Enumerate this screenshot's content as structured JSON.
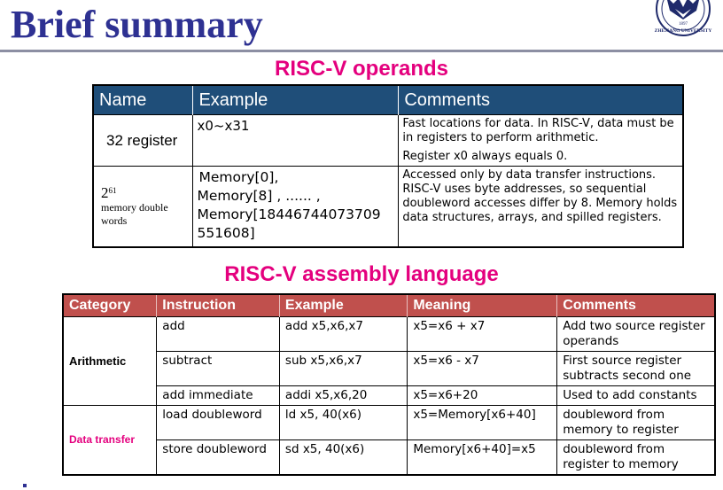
{
  "slide": {
    "title": "Brief summary",
    "logo": {
      "icon": "zhejiang-university-seal-icon",
      "text": "ZHEJIANG UNIVERSITY",
      "year": "1897"
    }
  },
  "operands": {
    "title": "RISC-V operands",
    "headers": [
      "Name",
      "Example",
      "Comments"
    ],
    "rows": [
      {
        "name": "32 register",
        "example": "x0~x31",
        "comments": [
          "Fast locations for data. In RISC-V, data must be in registers to perform arithmetic.",
          "Register x0 always equals 0."
        ]
      },
      {
        "name_base": "2",
        "name_exp": "61",
        "name_rest": "memory double words",
        "example": [
          "Memory[0],",
          "Memory[8] ,  ...... ,",
          "Memory[18446744073709",
          "551608]"
        ],
        "comments": [
          "Accessed only by data transfer instructions. RISC-V uses byte addresses, so sequential doubleword accesses differ by 8. Memory holds data structures, arrays, and  spilled registers."
        ]
      }
    ]
  },
  "assembly": {
    "title": "RISC-V assembly language",
    "headers": [
      "Category",
      "Instruction",
      "Example",
      "Meaning",
      "Comments"
    ],
    "categories": [
      "Arithmetic",
      "Data transfer"
    ],
    "rows": [
      {
        "instruction": "add",
        "example": "add x5,x6,x7",
        "meaning": "x5=x6 + x7",
        "comments": "Add  two source register operands"
      },
      {
        "instruction": "subtract",
        "example": "sub x5,x6,x7",
        "meaning": "x5=x6 - x7",
        "comments": "First source register subtracts second one"
      },
      {
        "instruction": "add immediate",
        "example": "addi x5,x6,20",
        "meaning": "x5=x6+20",
        "comments": "Used to add constants"
      },
      {
        "instruction": "load doubleword",
        "example": "ld x5, 40(x6)",
        "meaning": "x5=Memory[x6+40]",
        "comments": "doubleword from memory to register"
      },
      {
        "instruction": "store doubleword",
        "example": "sd x5, 40(x6)",
        "meaning": "Memory[x6+40]=x5",
        "comments": "doubleword from register to memory"
      }
    ]
  },
  "colors": {
    "title": "#2e3192",
    "section_title": "#e4007e",
    "operands_header": "#1f4e79",
    "assembly_header": "#c0504d"
  }
}
